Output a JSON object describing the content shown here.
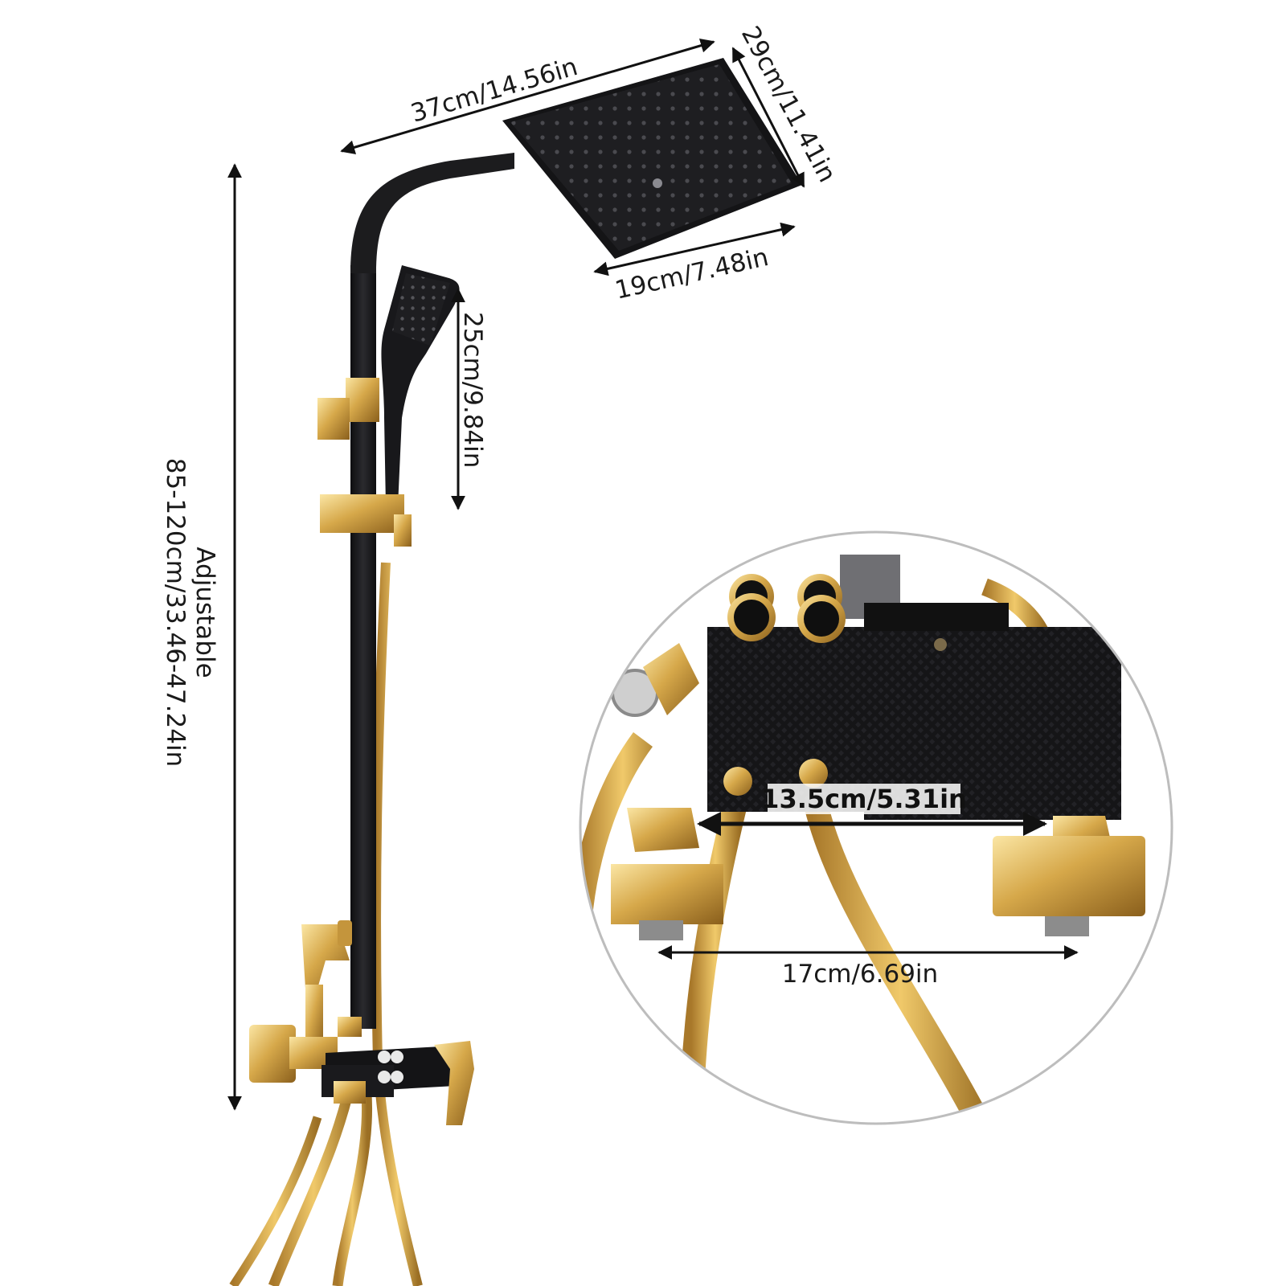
{
  "dimensions": {
    "head_width": "37cm/14.56in",
    "head_depth": "29cm/11.41in",
    "head_bottom": "19cm/7.48in",
    "handheld_length": "25cm/9.84in",
    "height_label": "Adjustable",
    "height_value": "85-120cm/33.46-47.24in",
    "inlet_spacing": "13.5cm/5.31in",
    "base_width": "17cm/6.69in"
  },
  "icons": [
    "shower-head-icon",
    "handheld-shower-icon",
    "mixer-valve-icon",
    "bidet-sprayer-icon",
    "hose-icon",
    "arrow-icon"
  ],
  "colors": {
    "matte_black": "#1c1c1e",
    "gold": "#d6a84a",
    "gold_dark": "#9c7324",
    "gold_light": "#f3d58a",
    "line": "#111111",
    "circle_border": "#bdbdbd"
  }
}
